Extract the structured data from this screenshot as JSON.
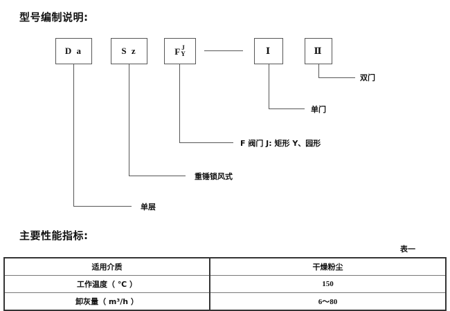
{
  "headings": {
    "model_coding": "型号编制说明:",
    "performance": "主要性能指标:"
  },
  "model_code": {
    "segments": [
      {
        "name": "da",
        "text": "D a"
      },
      {
        "name": "sz",
        "text": "S z"
      },
      {
        "name": "f",
        "base": "F",
        "sup": "J",
        "sub": "Y"
      },
      {
        "name": "one",
        "text": "Ⅰ"
      },
      {
        "name": "two",
        "text": "Ⅱ"
      }
    ],
    "leader_labels": [
      {
        "name": "double-door",
        "text": "双门"
      },
      {
        "name": "single-door",
        "text": "单门"
      },
      {
        "name": "valve-shape",
        "text": "F 阀门 J: 矩形  Y、园形"
      },
      {
        "name": "weight-lock",
        "text": "重锤锁风式"
      },
      {
        "name": "single-layer",
        "text": "单层"
      }
    ]
  },
  "table": {
    "caption": "表一",
    "rows": [
      {
        "label": "适用介质",
        "value": "干燥粉尘"
      },
      {
        "label": "工作温度（ ℃ ）",
        "value": "150"
      },
      {
        "label": "卸灰量（ m³/h ）",
        "value": "6～80"
      }
    ]
  },
  "colors": {
    "ink": "#111111",
    "rule": "#555555",
    "table_outer": "#333333",
    "table_inner": "#777777",
    "page_bg": "#ffffff"
  }
}
